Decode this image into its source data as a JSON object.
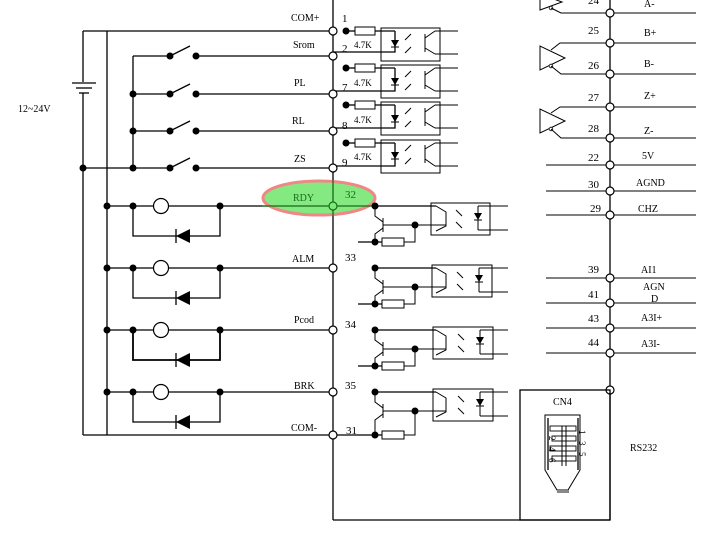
{
  "supply": {
    "voltage_label": "12~24V"
  },
  "left_connector": {
    "inputs": [
      {
        "signal": "COM+",
        "pin": "1"
      },
      {
        "signal": "Srom",
        "pin": "2",
        "resistor": "4.7K"
      },
      {
        "signal": "PL",
        "pin": "7",
        "resistor": "4.7K"
      },
      {
        "signal": "RL",
        "pin": "8",
        "resistor": "4.7K"
      },
      {
        "signal": "ZS",
        "pin": "9",
        "resistor": "4.7K"
      }
    ],
    "outputs": [
      {
        "signal": "RDY",
        "pin": "32",
        "highlighted": true
      },
      {
        "signal": "ALM",
        "pin": "33"
      },
      {
        "signal": "Pcod",
        "pin": "34"
      },
      {
        "signal": "BRK",
        "pin": "35"
      },
      {
        "signal": "COM-",
        "pin": "31"
      }
    ]
  },
  "right_connector": {
    "pins": [
      {
        "pin": "24",
        "signal": "A-"
      },
      {
        "pin": "25",
        "signal": "B+"
      },
      {
        "pin": "26",
        "signal": "B-"
      },
      {
        "pin": "27",
        "signal": "Z+"
      },
      {
        "pin": "28",
        "signal": "Z-"
      },
      {
        "pin": "22",
        "signal": "5V"
      },
      {
        "pin": "30",
        "signal": "AGND"
      },
      {
        "pin": "29",
        "signal": "CHZ"
      },
      {
        "pin": "39",
        "signal": "AI1"
      },
      {
        "pin": "41",
        "signal": "AGN D",
        "signal_line1": "AGN",
        "signal_line2": "D"
      },
      {
        "pin": "43",
        "signal": "A3I+"
      },
      {
        "pin": "44",
        "signal": "A3I-"
      }
    ]
  },
  "cn4": {
    "label": "CN4",
    "interface": "RS232",
    "pin_numbers_left": [
      "2",
      "4",
      "6"
    ],
    "pin_numbers_right": [
      "1",
      "3",
      "5"
    ]
  },
  "highlight": {
    "fill": "#7ee87a",
    "stroke": "#f08080"
  }
}
